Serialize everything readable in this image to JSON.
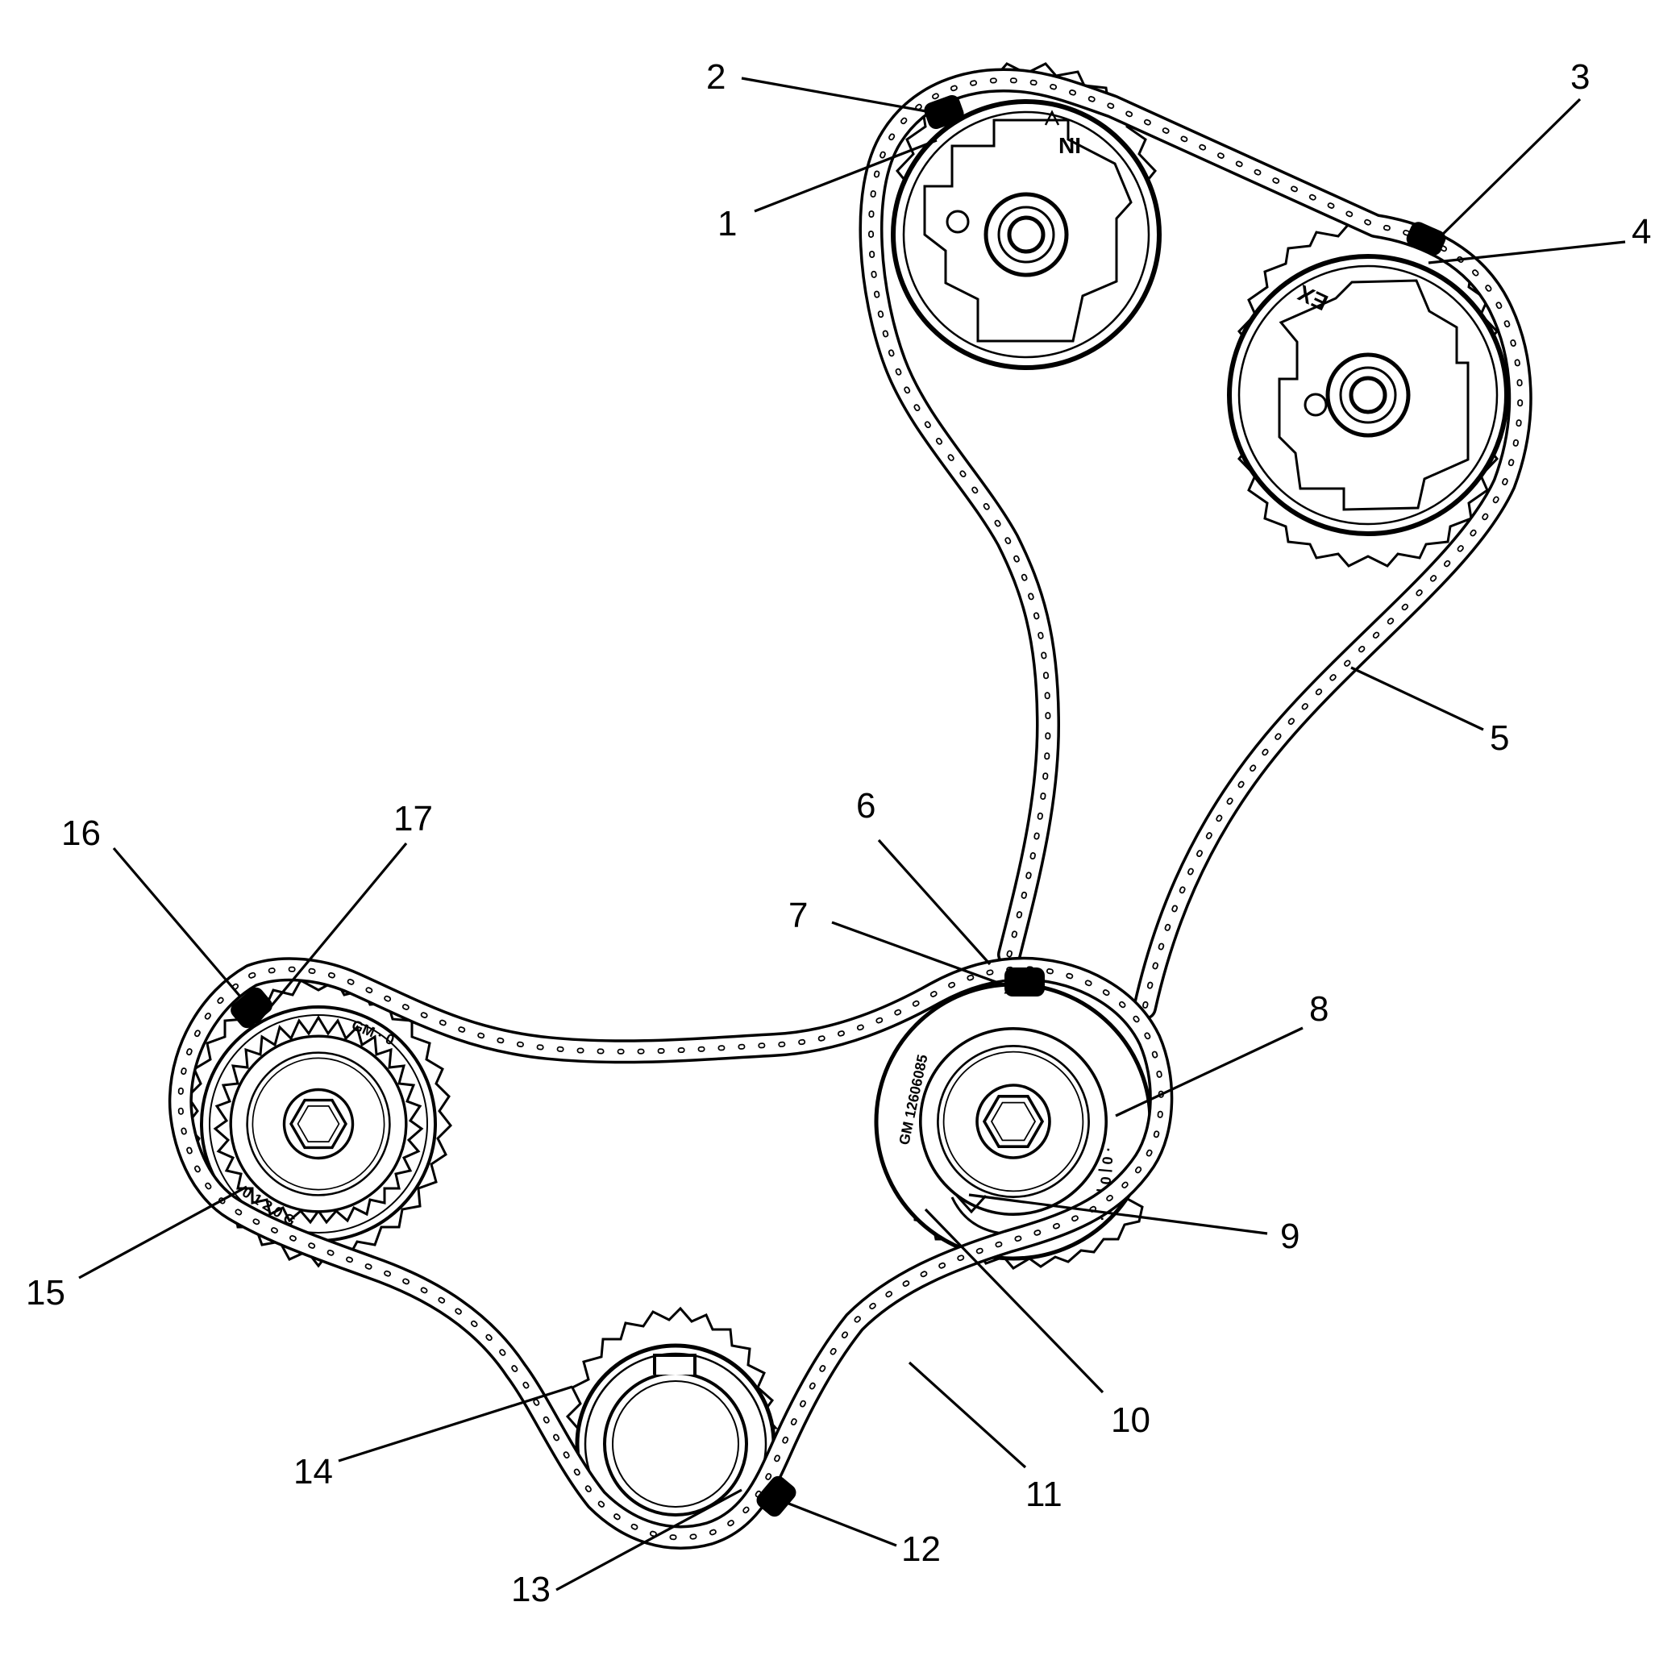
{
  "sprocket_marks": {
    "intake": "IN",
    "exhaust": "EX"
  },
  "callouts": [
    {
      "id": "1",
      "label": "1"
    },
    {
      "id": "2",
      "label": "2"
    },
    {
      "id": "3",
      "label": "3"
    },
    {
      "id": "4",
      "label": "4"
    },
    {
      "id": "5",
      "label": "5"
    },
    {
      "id": "6",
      "label": "6"
    },
    {
      "id": "7",
      "label": "7"
    },
    {
      "id": "8",
      "label": "8"
    },
    {
      "id": "9",
      "label": "9"
    },
    {
      "id": "10",
      "label": "10"
    },
    {
      "id": "11",
      "label": "11"
    },
    {
      "id": "12",
      "label": "12"
    },
    {
      "id": "13",
      "label": "13"
    },
    {
      "id": "14",
      "label": "14"
    },
    {
      "id": "15",
      "label": "15"
    },
    {
      "id": "16",
      "label": "16"
    },
    {
      "id": "17",
      "label": "17"
    }
  ]
}
